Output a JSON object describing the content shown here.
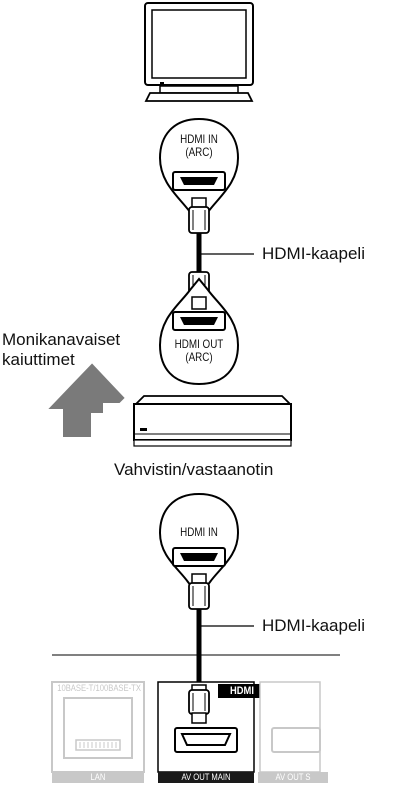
{
  "labels": {
    "tv_input": [
      "HDMI IN",
      "(ARC)"
    ],
    "cable_top": "HDMI-kaapeli",
    "amp_output": [
      "HDMI OUT",
      "(ARC)"
    ],
    "speakers": [
      "Monikanavaiset",
      "kaiuttimet"
    ],
    "receiver": "Vahvistin/vastaanotin",
    "amp_input": "HDMI IN",
    "cable_bottom": "HDMI-kaapeli"
  },
  "player_panel": {
    "lan_port_caption": "10BASE-T/100BASE-TX",
    "lan_label": "LAN",
    "main_label": "AV OUT  MAIN",
    "sub_label": "AV OUT  S",
    "logo": "HDMI"
  },
  "colors": {
    "line": "#000000",
    "arrow": "#7a7a7a",
    "panel_gray": "#c8c8c8",
    "label_dark": "#1a1a1a"
  }
}
